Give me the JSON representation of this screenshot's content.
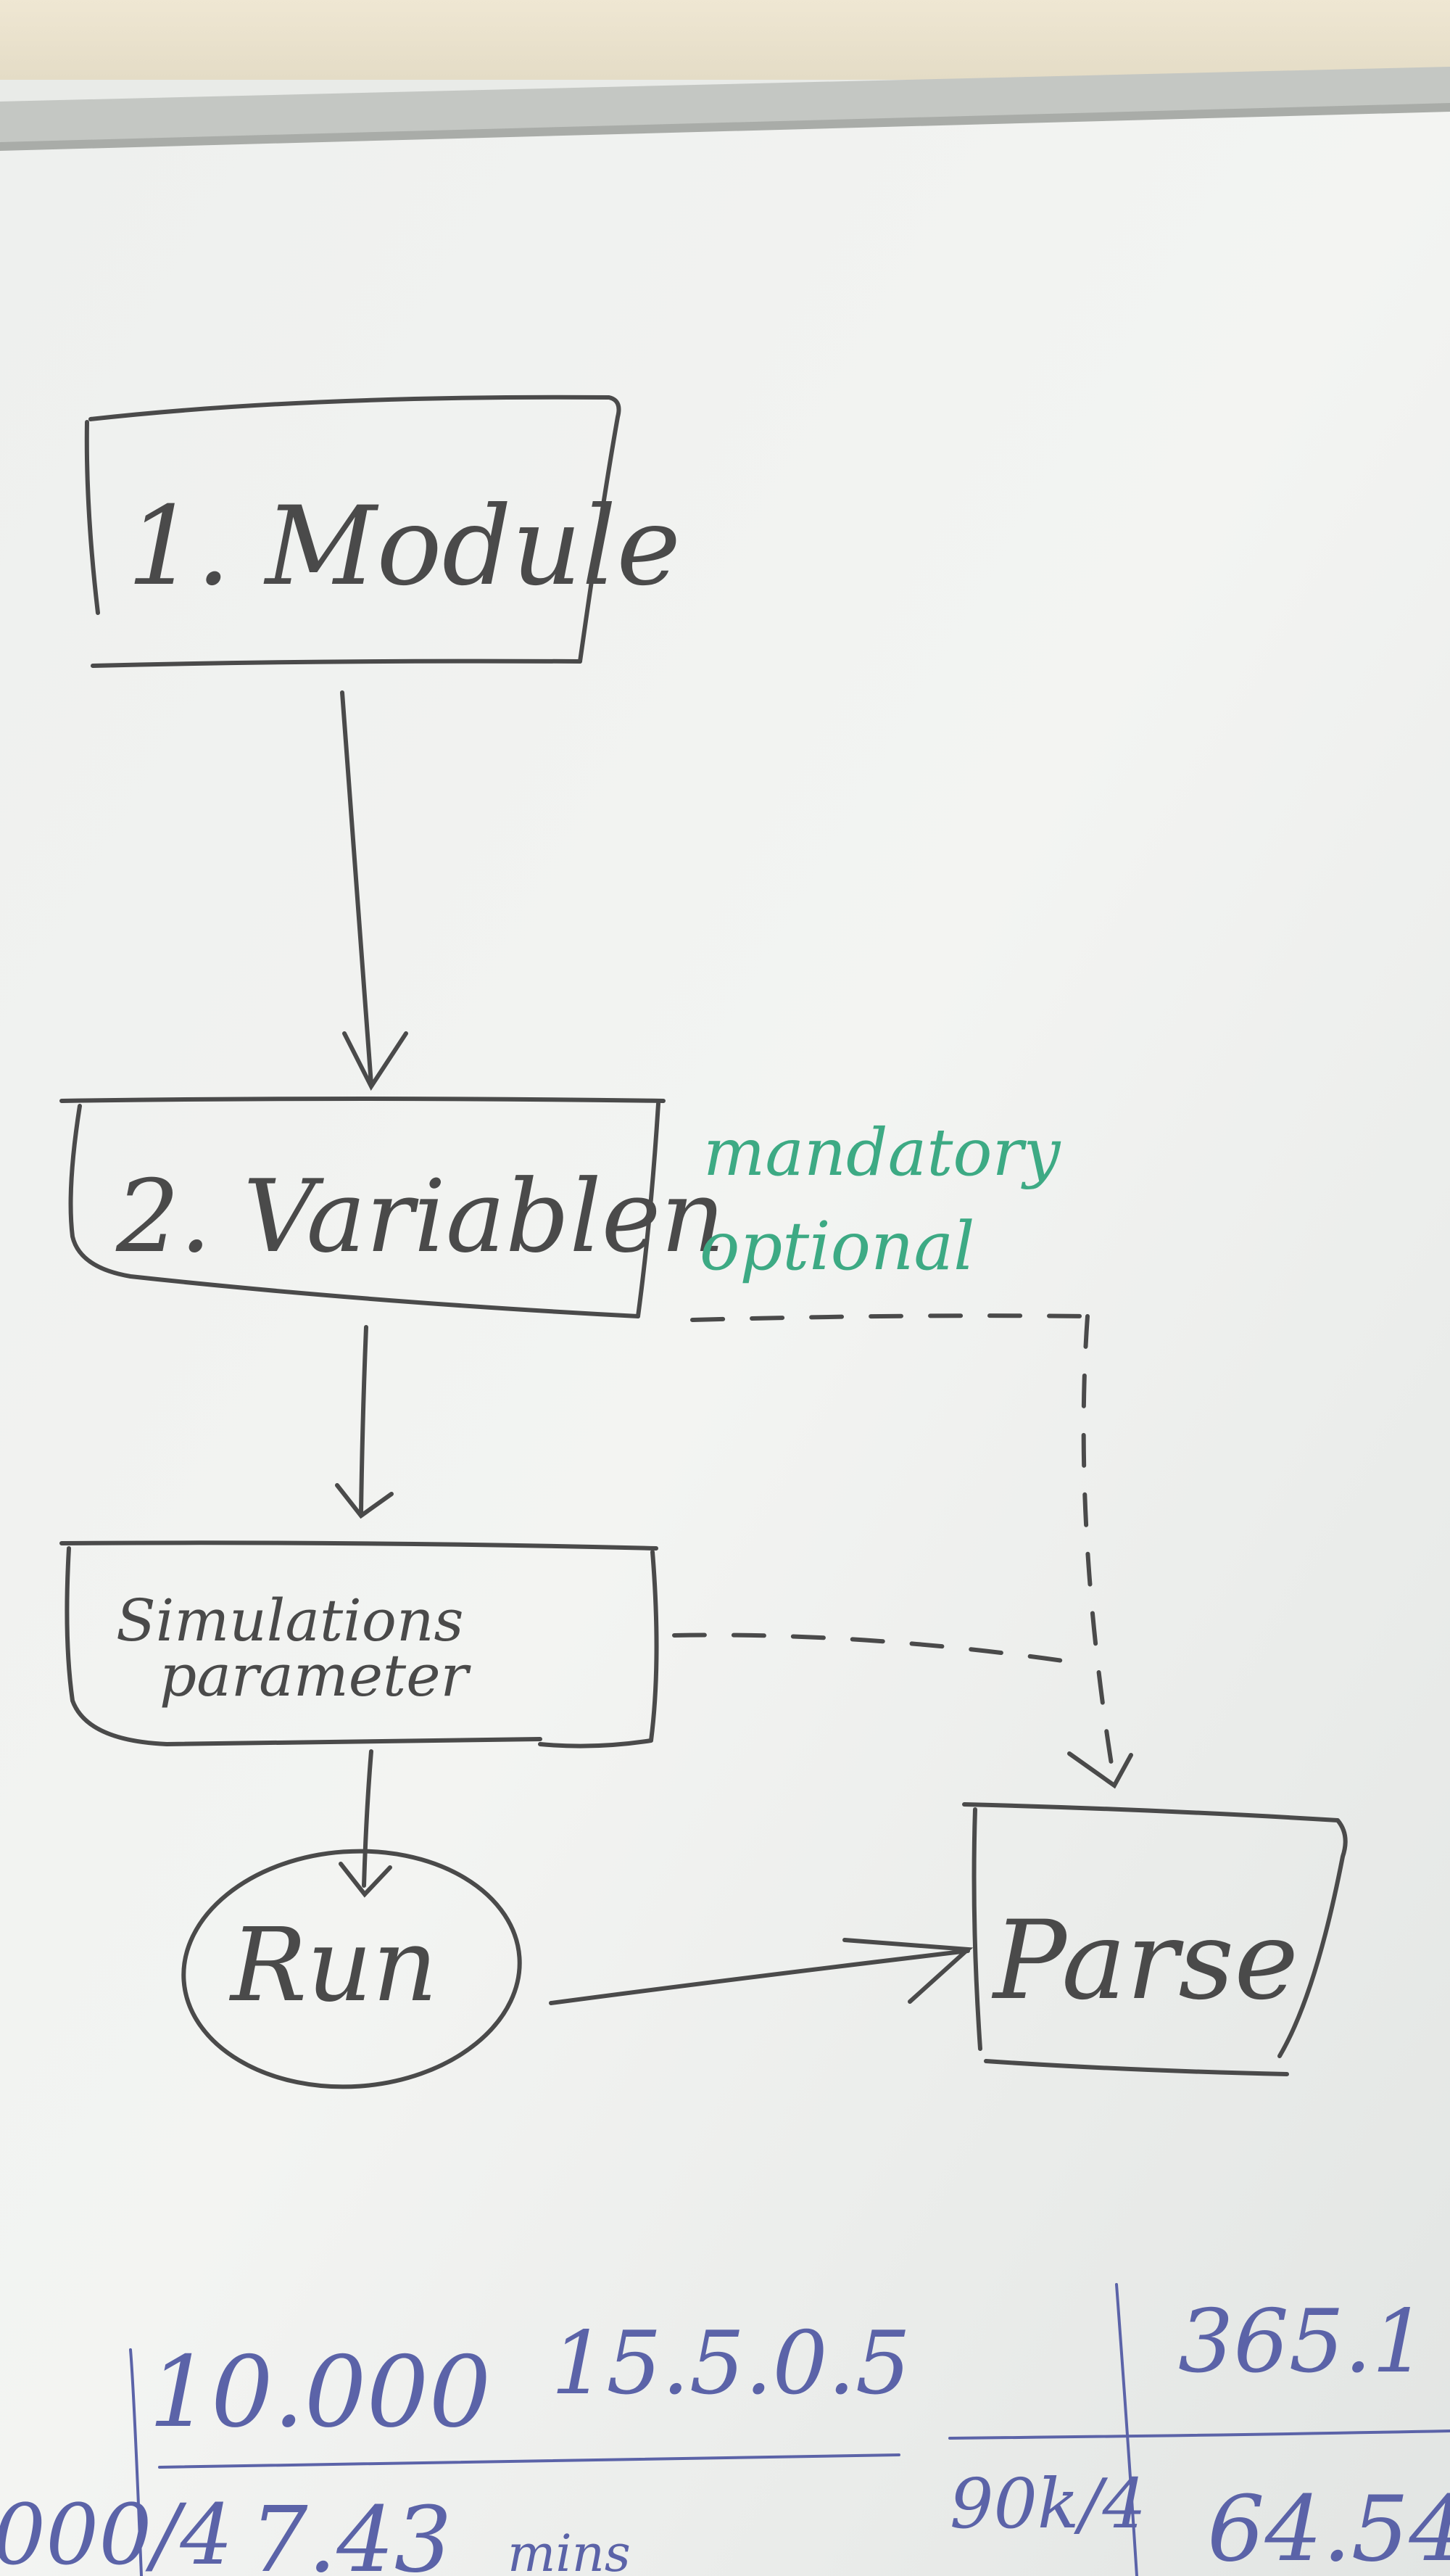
{
  "nodes": {
    "module": "1. Module",
    "variablen": "2. Variablen",
    "sim_line1": "Simulations",
    "sim_line2": "parameter",
    "run": "Run",
    "parse": "Parse"
  },
  "legend": {
    "mandatory": "mandatory",
    "optional": "optional"
  },
  "notes": {
    "n1": "10.000",
    "n2": "15.5.0.5",
    "n3": "365.1",
    "n4": "000/4",
    "n5": "7.43",
    "n6": "mins",
    "n7": "90k/4",
    "n8": "64.54"
  },
  "colors": {
    "marker_black": "#4a4a4a",
    "marker_green": "#3daa84",
    "marker_blue": "#5b63a8",
    "frame": "#b9bcb8",
    "wall": "#ede4cf"
  }
}
